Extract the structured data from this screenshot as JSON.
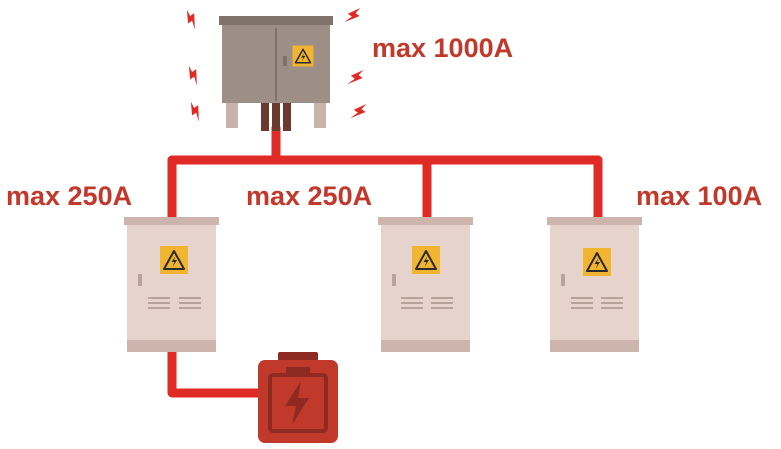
{
  "labels": {
    "main_cabinet": "max 1000A",
    "sub_cabinet_left": "max 250A",
    "sub_cabinet_middle": "max 250A",
    "sub_cabinet_right": "max 100A"
  },
  "icons": {
    "warning": "high-voltage-warning-icon",
    "spark": "lightning-spark-icon",
    "battery": "battery-charging-icon"
  },
  "colors": {
    "cable": "#e02a26",
    "label_text": "#c0392b",
    "main_cabinet": "#9d8f86",
    "main_cabinet_dark": "#7f726a",
    "sub_cabinet": "#e6d3cc",
    "sub_cabinet_dark": "#cdb5ad",
    "warning_sign": "#f2b531",
    "spark": "#e02a26",
    "battery": "#c0392b",
    "battery_dark": "#8e2a22"
  }
}
